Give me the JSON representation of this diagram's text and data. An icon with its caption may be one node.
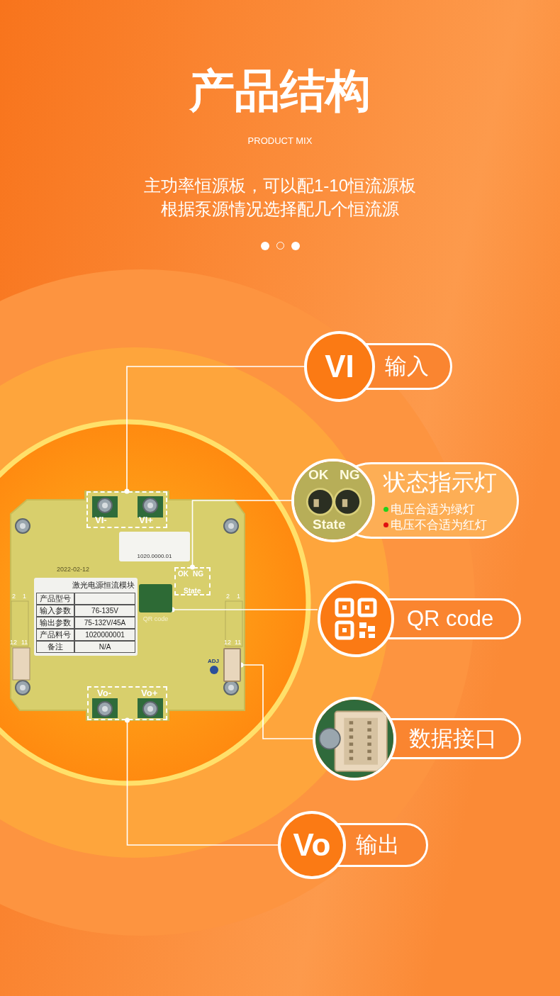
{
  "diagram": {
    "title": "产品结构",
    "nodes": [
      {
        "text": [
          "VI",
          "输入"
        ]
      },
      {
        "text": [
          "状态指示灯",
          "电压合适为绿灯",
          "电压不合适为红灯"
        ]
      },
      {
        "text": [
          "QR code"
        ]
      },
      {
        "text": [
          "数据接口"
        ]
      },
      {
        "text": [
          "Vo",
          "输出"
        ]
      },
      {
        "text": [
          "VI-",
          "VI+"
        ]
      },
      {
        "text": [
          "OK",
          "NG",
          "State"
        ]
      },
      {
        "text": [],
        "shape": "box",
        "beside": [
          "QR code"
        ]
      },
      {
        "text": [],
        "shape": "box",
        "beside": [
          "ADJ"
        ]
      },
      {
        "text": [
          "Vo-",
          "Vo+"
        ]
      }
    ],
    "edges": [
      {
        "from": 0,
        "to": 5,
        "arrow": "other"
      },
      {
        "from": 1,
        "to": 6,
        "arrow": "other"
      },
      {
        "from": 2,
        "to": 7,
        "arrow": "other"
      },
      {
        "from": 3,
        "to": 8,
        "arrow": "other"
      },
      {
        "from": 4,
        "to": 9,
        "arrow": "other"
      }
    ],
    "labels": [
      "PRODUCT MIX",
      "主功率恒源板，可以配1-10恒流源板",
      "根据泵源情况选择配几个恒流源",
      "OK",
      "NG",
      "State",
      "1020.0000.01",
      "2022-02-12",
      "激光电源恒流模块",
      "产品型号",
      "输入参数",
      "76-135V",
      "输出参数",
      "75-132V/45A",
      "产品料号",
      "1020000001",
      "备注",
      "N/A",
      "2",
      "1",
      "12",
      "11",
      "2",
      "1",
      "12",
      "11"
    ]
  }
}
